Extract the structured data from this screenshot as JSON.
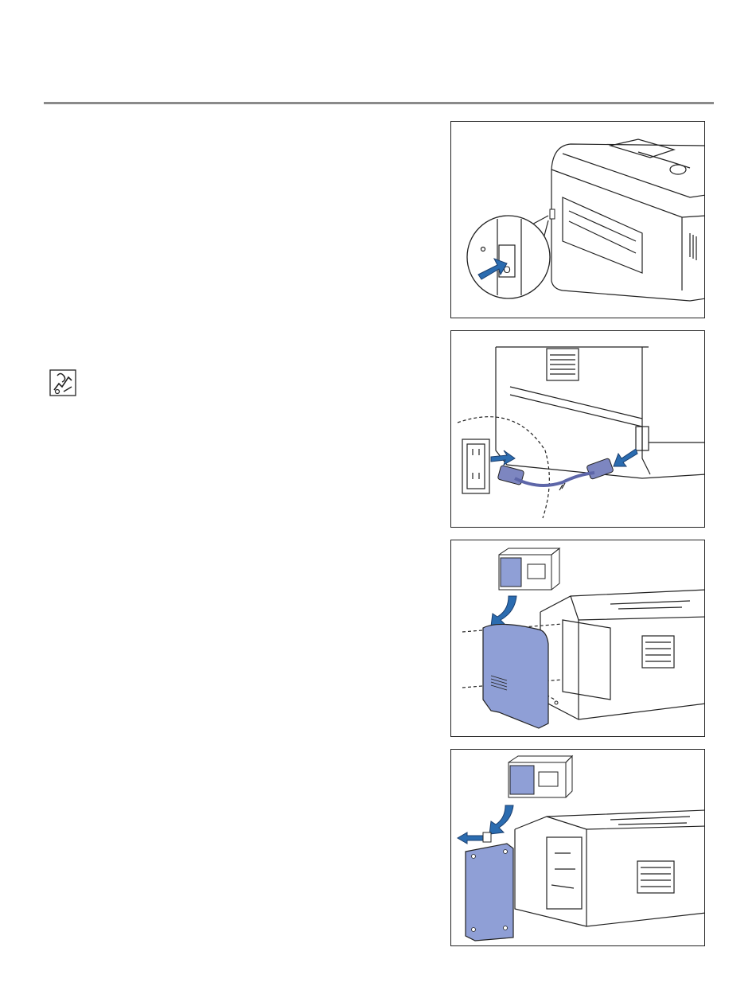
{
  "document": {
    "note_icon": "note-icon",
    "figures": [
      {
        "id": "power-switch-off",
        "icon": "power-switch-arrow",
        "switch_symbol": "O"
      },
      {
        "id": "unplug-power-cord",
        "icon": "power-cord-unplug"
      },
      {
        "id": "remove-side-cover",
        "icon": "side-cover-removal",
        "highlight_color": "#8f9fd6"
      },
      {
        "id": "remove-inner-shield",
        "icon": "shield-plate-removal",
        "highlight_color": "#8f9fd6"
      }
    ],
    "colors": {
      "rule": "#8a8a8a",
      "accent_blue": "#2b6cb0",
      "cover_blue": "#8f9fd6"
    }
  }
}
